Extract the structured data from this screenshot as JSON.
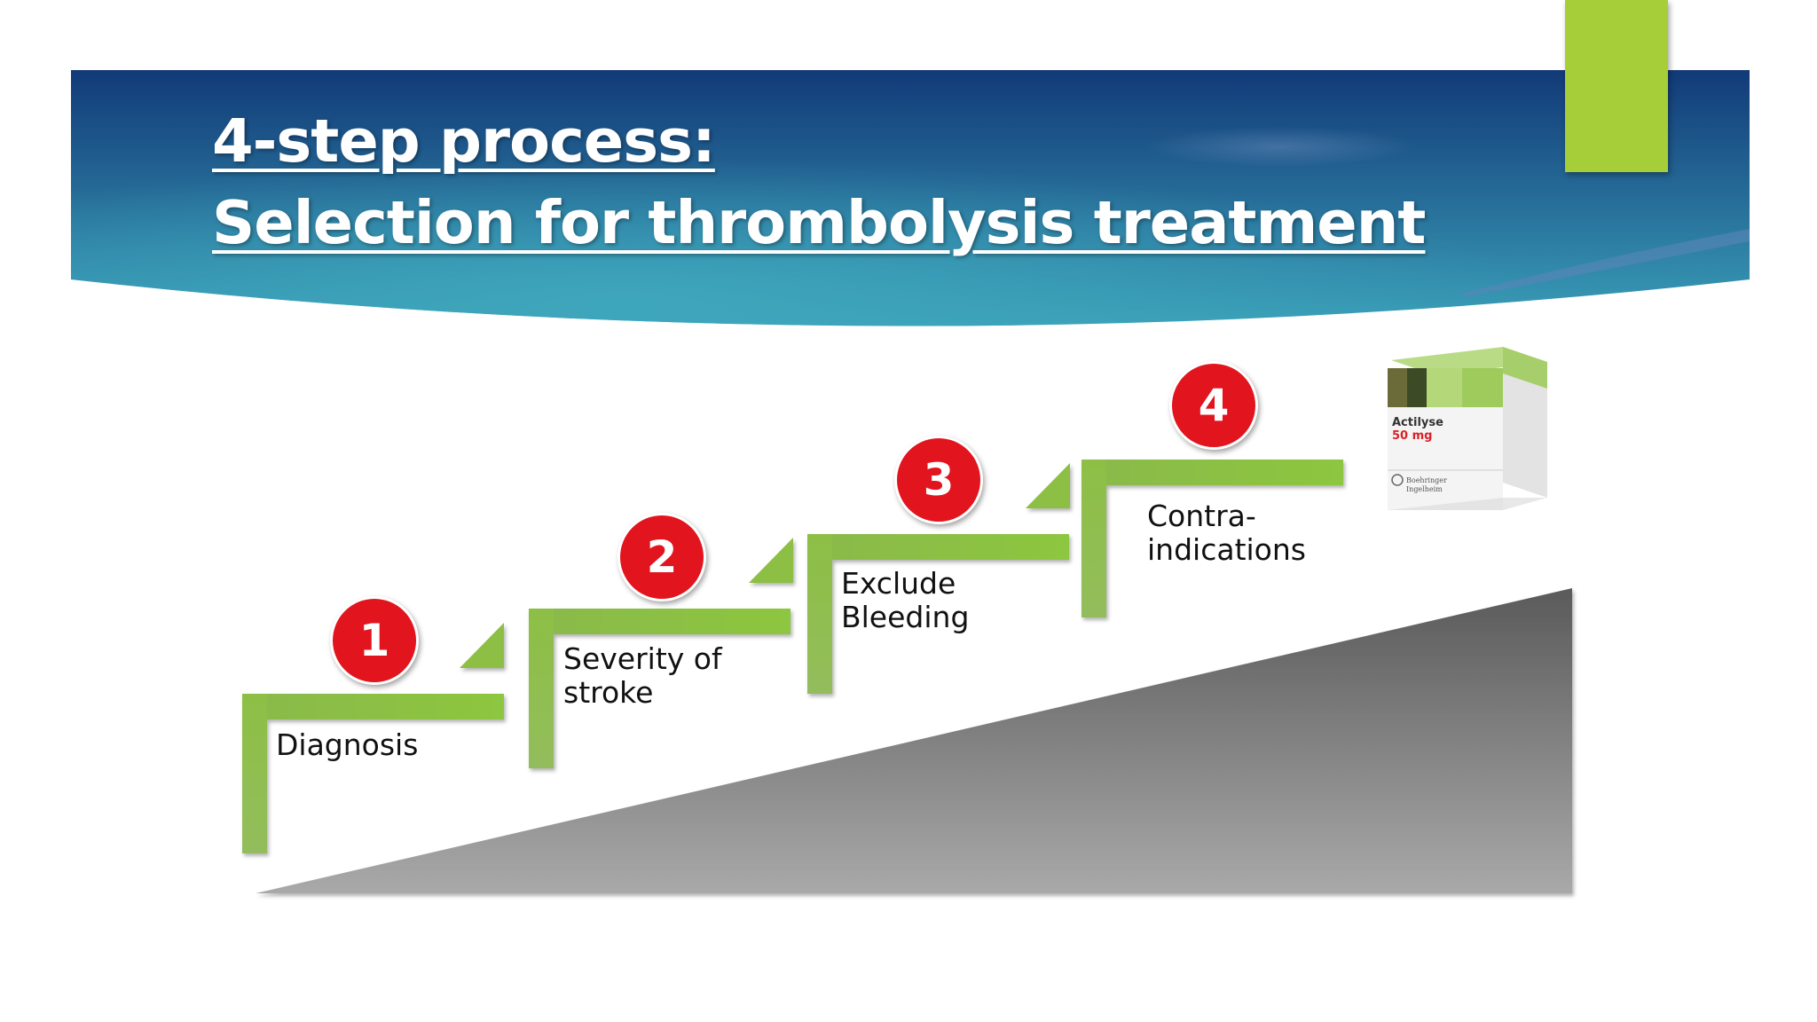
{
  "title": {
    "line1": "4-step process:",
    "line2": "Selection for thrombolysis treatment"
  },
  "steps": [
    {
      "number": "1",
      "label_lines": [
        "Diagnosis"
      ]
    },
    {
      "number": "2",
      "label_lines": [
        "Severity of",
        "stroke"
      ]
    },
    {
      "number": "3",
      "label_lines": [
        "Exclude",
        "Bleeding"
      ]
    },
    {
      "number": "4",
      "label_lines": [
        "Contra-",
        "indications"
      ]
    }
  ],
  "product": {
    "brand": "Actilyse",
    "dose": "50 mg",
    "maker_lines": [
      "Boehringer",
      "Ingelheim"
    ]
  },
  "colors": {
    "banner_dark": "#123a78",
    "banner_light": "#3a9fb8",
    "accent_green": "#a6ce38",
    "step_green": "#8dbf45",
    "badge_red": "#e2141d",
    "ramp_dark": "#5a5a5a",
    "ramp_light": "#a9a9a9"
  }
}
